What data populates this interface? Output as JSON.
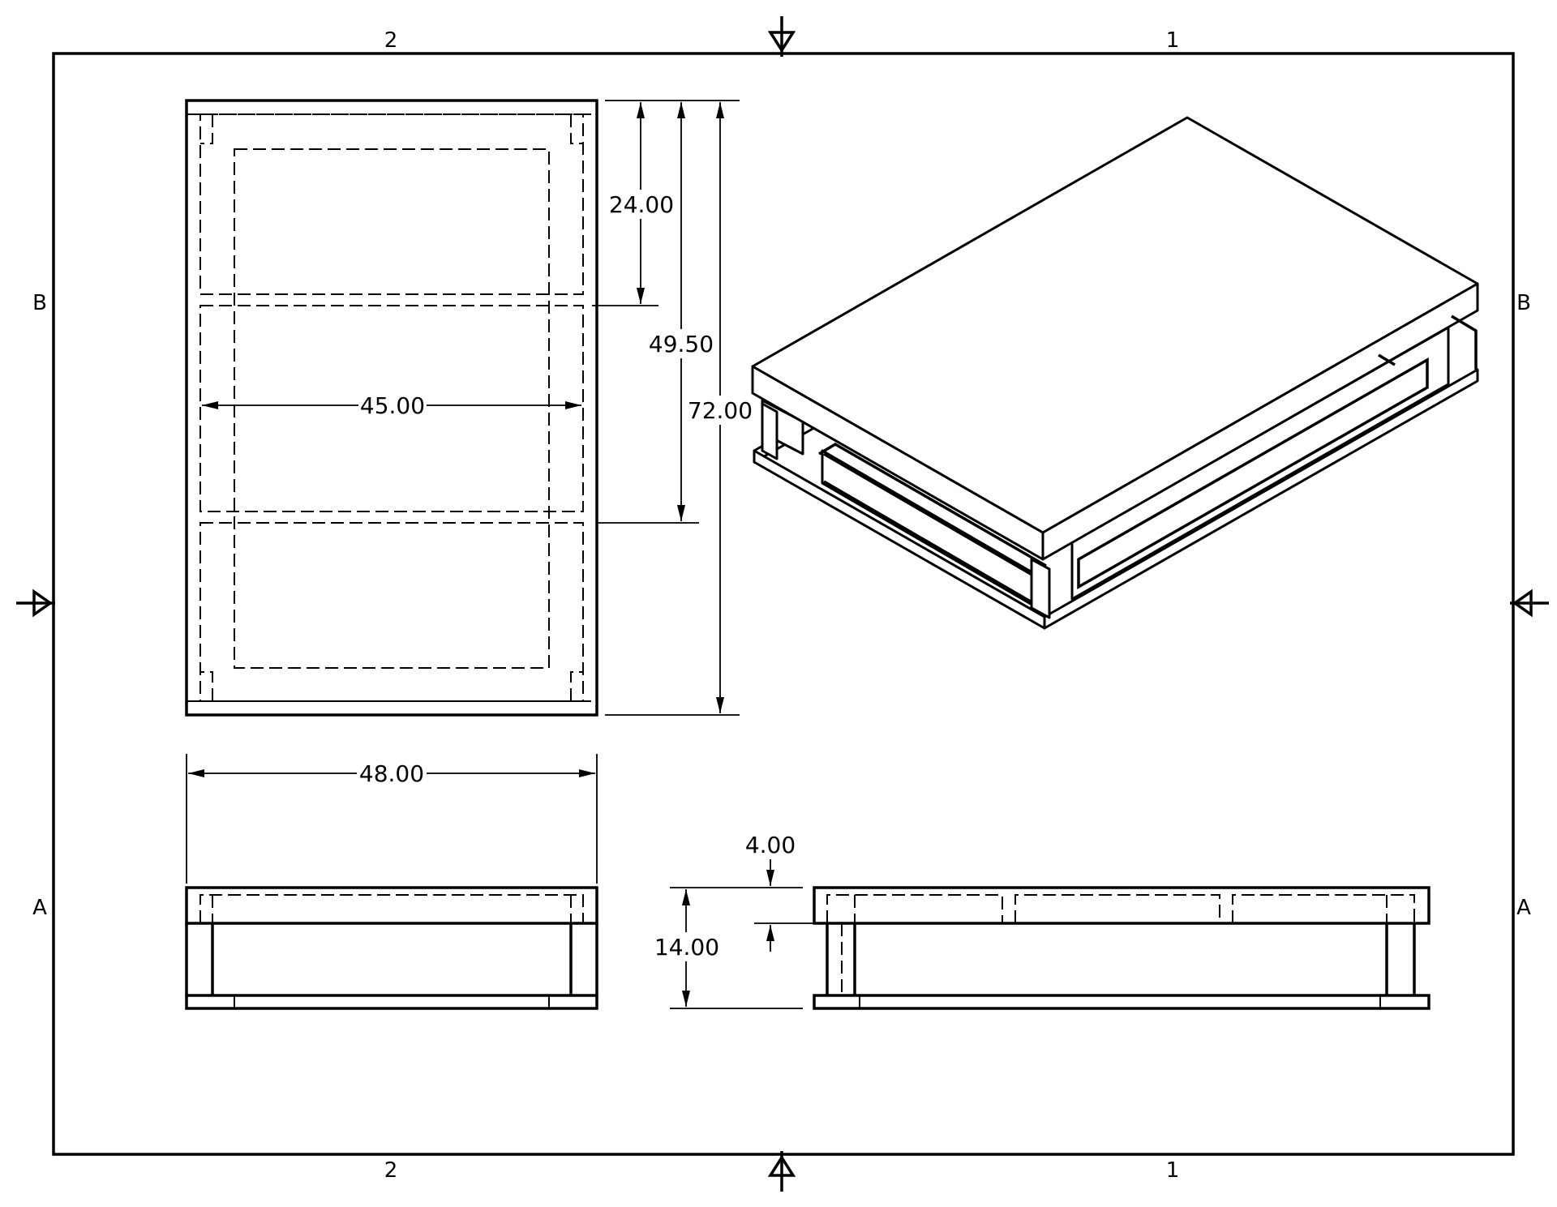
{
  "zones": {
    "top_left": "2",
    "top_right": "1",
    "bottom_left": "2",
    "bottom_right": "1",
    "left_upper": "B",
    "left_lower": "A",
    "right_upper": "B",
    "right_lower": "A"
  },
  "dimensions": {
    "top_view_first_section": "24.00",
    "top_view_two_sections": "49.50",
    "top_view_overall_length": "72.00",
    "top_view_inner_width": "45.00",
    "front_view_overall_width": "48.00",
    "side_view_deck_thickness": "4.00",
    "side_view_overall_height": "14.00"
  }
}
